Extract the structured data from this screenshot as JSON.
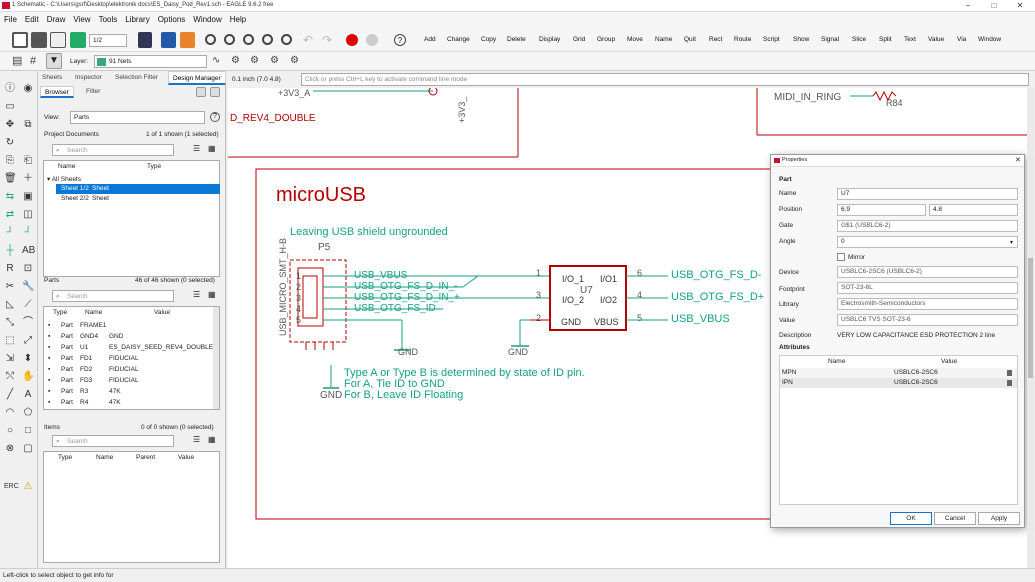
{
  "window": {
    "title": "1 Schematic - C:\\Users\\gsrf\\Desktop\\elektronik docs\\ES_Daisy_Pod_Rev1.sch - EAGLE 9.6.2 free"
  },
  "menu": [
    "File",
    "Edit",
    "Draw",
    "View",
    "Tools",
    "Library",
    "Options",
    "Window",
    "Help"
  ],
  "toolbar": {
    "sheet_select": "1/2",
    "commands": [
      "Add",
      "Change",
      "Copy",
      "Delete",
      "Display",
      "Grid",
      "Group",
      "Move",
      "Name",
      "Quit",
      "Rect",
      "Route",
      "Script",
      "Show",
      "Signal",
      "Slice",
      "Split",
      "Text",
      "Value",
      "Via",
      "Window"
    ]
  },
  "toolbar2": {
    "layer_label": "Layer:",
    "layer_value": "91 Nets",
    "layer_color": "#3aa77e"
  },
  "command_line": {
    "coords": "0.1 inch (7.0 4.8)",
    "placeholder": "Click or press Ctrl+L key to activate command line mode"
  },
  "panel": {
    "tabs": [
      "Sheets",
      "Inspector",
      "Selection Filter",
      "Design Manager"
    ],
    "subtabs": [
      "Browser",
      "Filter"
    ],
    "view_label": "View:",
    "view_value": "Parts",
    "project_docs_label": "Project Documents",
    "project_docs_count": "1 of 1 shown (1 selected)",
    "search_placeholder": "Search",
    "docs_columns": [
      "Name",
      "Type"
    ],
    "docs_root": "All Sheets",
    "docs_rows": [
      {
        "name": "Sheet 1/2",
        "type": "Sheet"
      },
      {
        "name": "Sheet 2/2",
        "type": "Sheet"
      }
    ],
    "parts_label": "Parts",
    "parts_count": "46 of 46 shown (0 selected)",
    "parts_columns": [
      "Type",
      "Name",
      "Value"
    ],
    "parts_rows": [
      {
        "type": "Part",
        "name": "FRAME1",
        "value": ""
      },
      {
        "type": "Part",
        "name": "GND4",
        "value": "GND"
      },
      {
        "type": "Part",
        "name": "U1",
        "value": "ES_DAISY_SEED_REV4_DOUBLE"
      },
      {
        "type": "Part",
        "name": "FD1",
        "value": "FIDUCIAL"
      },
      {
        "type": "Part",
        "name": "FD2",
        "value": "FIDUCIAL"
      },
      {
        "type": "Part",
        "name": "FD3",
        "value": "FIDUCIAL"
      },
      {
        "type": "Part",
        "name": "R3",
        "value": "47K"
      },
      {
        "type": "Part",
        "name": "R4",
        "value": "47K"
      }
    ],
    "items_label": "Items",
    "items_count": "0 of 0 shown (0 selected)",
    "items_columns": [
      "Type",
      "Name",
      "Parent",
      "Value"
    ]
  },
  "schematic": {
    "top_labels": [
      "+3V3_A",
      "+3V3_",
      "D_REV4_DOUBLE",
      "MIDI_IN_RING",
      "R84"
    ],
    "section_title": "microUSB",
    "note1": "Leaving USB shield ungrounded",
    "connector_ref": "P5",
    "connector_vertical": "USB_MICRO_SMT_H-B",
    "pin_numbers": [
      "1",
      "2",
      "3",
      "4",
      "5"
    ],
    "net_left": [
      "USB_VBUS",
      "USB_OTG_FS_D_IN_-",
      "USB_OTG_FS_D_IN_+",
      "USB_OTG_FS_ID"
    ],
    "chip_ref": "U7",
    "chip_pins_left": [
      "I/O_1",
      "I/O_2",
      "GND"
    ],
    "chip_pins_right": [
      "I/O1",
      "I/O2",
      "VBUS"
    ],
    "chip_pin_numbers": [
      "1",
      "3",
      "2",
      "6",
      "4",
      "5"
    ],
    "net_right": [
      "USB_OTG_FS_D-",
      "USB_OTG_FS_D+",
      "USB_VBUS"
    ],
    "gnd_labels": [
      "GND",
      "GND",
      "GND"
    ],
    "note2_lines": [
      "Type A or Type B is determined by state of ID pin.",
      "For A, Tie ID to GND",
      "For B, Leave ID Floating"
    ]
  },
  "dialog": {
    "title": "Properties",
    "section_part": "Part",
    "name_label": "Name",
    "name_value": "U7",
    "position_label": "Position",
    "position_x": "6.9",
    "position_y": "4.8",
    "gate_label": "Gate",
    "gate_value": "G$1 (USBLC6-2)",
    "angle_label": "Angle",
    "angle_value": "0",
    "mirror_label": "Mirror",
    "device_label": "Device",
    "device_value": "USBLC6-2SC6 (USBLC6-2)",
    "footprint_label": "Footprint",
    "footprint_value": "SOT-23-6L",
    "library_label": "Library",
    "library_value": "Electrosmith-Semiconductors",
    "value_label": "Value",
    "value_value": "USBLC6 TVS SOT-23-6",
    "description_label": "Description",
    "description_value": "VERY LOW CAPACITANCE ESD PROTECTION 2 line",
    "attributes_label": "Attributes",
    "attr_columns": [
      "Name",
      "Value"
    ],
    "attr_rows": [
      {
        "name": "MPN",
        "value": "USBLC6-2SC6"
      },
      {
        "name": "IPN",
        "value": "USBLC6-2SC6"
      }
    ],
    "ok": "OK",
    "cancel": "Cancel",
    "apply": "Apply"
  },
  "status": {
    "text": "Left-click to select object to get info for"
  }
}
